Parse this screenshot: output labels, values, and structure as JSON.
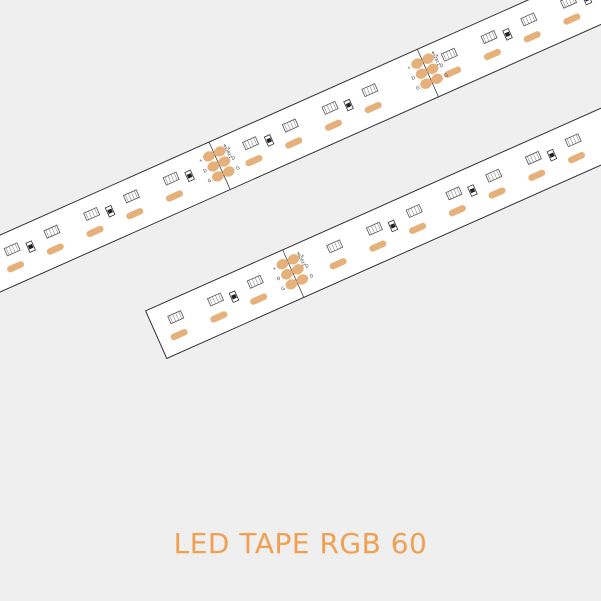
{
  "product": {
    "title": "LED TAPE RGB 60"
  },
  "tape_markings": {
    "cut_pad_labels": [
      "+",
      "D",
      "G"
    ],
    "component_label": "ws2811"
  },
  "colors": {
    "background": "#efefef",
    "strip": "#ffffff",
    "strip_outline": "#333333",
    "solder_pad": "#e6b07a",
    "title": "#f0a050"
  }
}
